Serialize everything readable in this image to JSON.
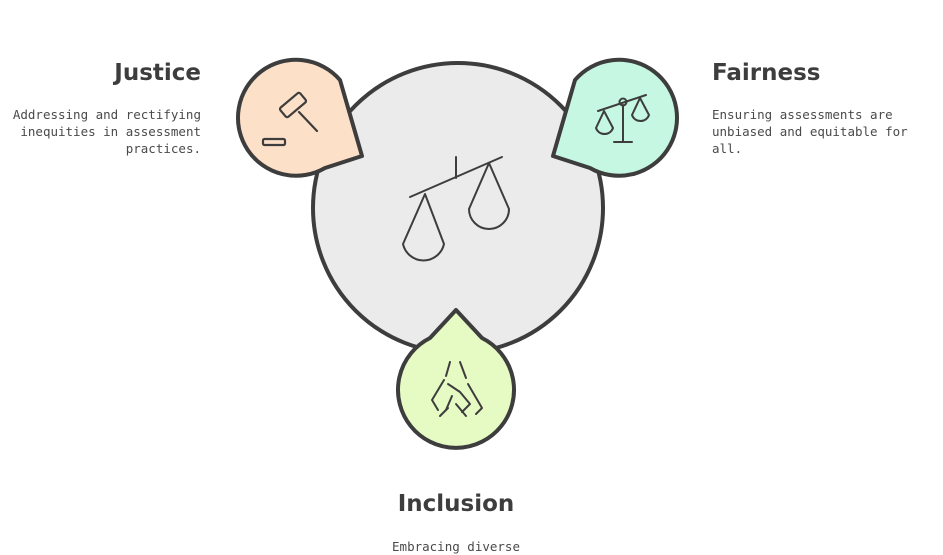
{
  "justice": {
    "title": "Justice",
    "description": "Addressing and rectifying inequities in assessment practices.",
    "icon": "gavel-icon",
    "color": "#fde0c8"
  },
  "fairness": {
    "title": "Fairness",
    "description": "Ensuring assessments are unbiased and equitable for all.",
    "icon": "balance-scale-icon",
    "color": "#c6f7e2"
  },
  "inclusion": {
    "title": "Inclusion",
    "description": "Embracing diverse",
    "icon": "joined-hands-icon",
    "color": "#e6fbc4"
  },
  "center": {
    "icon": "balance-scale-icon",
    "color": "#ebebeb"
  },
  "stroke_color": "#3d3d3d"
}
